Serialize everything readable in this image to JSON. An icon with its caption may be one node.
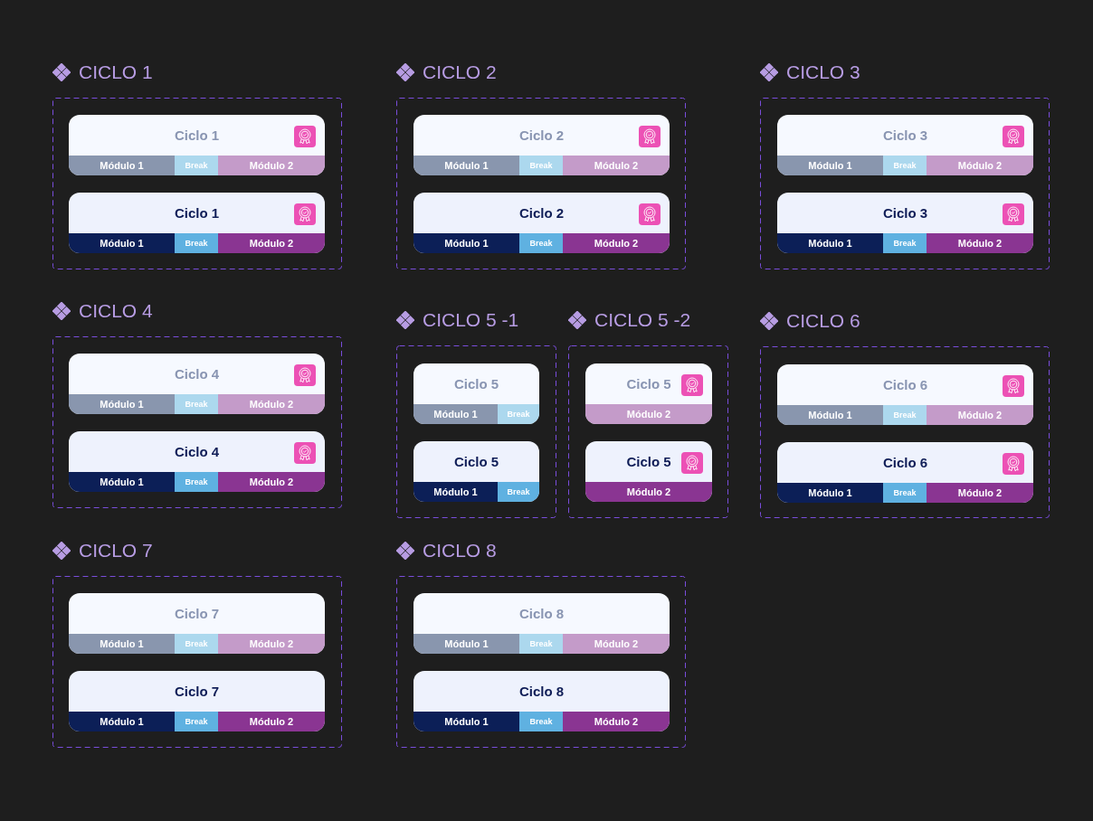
{
  "diagram": {
    "nodes": [
      {
        "text": [
          "CICLO 1"
        ]
      },
      {
        "text": [
          "Ciclo 1"
        ],
        "in": 0
      },
      {
        "text": [
          "Módulo 1"
        ],
        "in": 1
      },
      {
        "text": [
          "Break"
        ],
        "in": 1
      },
      {
        "text": [
          "Módulo 2"
        ],
        "in": 1
      },
      {
        "text": [
          "Ciclo 1"
        ],
        "in": 0
      },
      {
        "text": [
          "Módulo 1"
        ],
        "in": 5
      },
      {
        "text": [
          "Break"
        ],
        "in": 5
      },
      {
        "text": [
          "Módulo 2"
        ],
        "in": 5
      },
      {
        "text": [
          "CICLO 2"
        ]
      },
      {
        "text": [
          "Ciclo 2"
        ],
        "in": 9
      },
      {
        "text": [
          "Módulo 1"
        ],
        "in": 10
      },
      {
        "text": [
          "Break"
        ],
        "in": 10
      },
      {
        "text": [
          "Módulo 2"
        ],
        "in": 10
      },
      {
        "text": [
          "Ciclo 2"
        ],
        "in": 9
      },
      {
        "text": [
          "Módulo 1"
        ],
        "in": 14
      },
      {
        "text": [
          "Break"
        ],
        "in": 14
      },
      {
        "text": [
          "Módulo 2"
        ],
        "in": 14
      },
      {
        "text": [
          "CICLO 3"
        ]
      },
      {
        "text": [
          "Ciclo 3"
        ],
        "in": 18
      },
      {
        "text": [
          "Módulo 1"
        ],
        "in": 19
      },
      {
        "text": [
          "Break"
        ],
        "in": 19
      },
      {
        "text": [
          "Módulo 2"
        ],
        "in": 19
      },
      {
        "text": [
          "Ciclo 3"
        ],
        "in": 18
      },
      {
        "text": [
          "Módulo 1"
        ],
        "in": 23
      },
      {
        "text": [
          "Break"
        ],
        "in": 23
      },
      {
        "text": [
          "Módulo 2"
        ],
        "in": 23
      },
      {
        "text": [
          "CICLO 4"
        ]
      },
      {
        "text": [
          "Ciclo 4"
        ],
        "in": 27
      },
      {
        "text": [
          "Módulo 1"
        ],
        "in": 28
      },
      {
        "text": [
          "Break"
        ],
        "in": 28
      },
      {
        "text": [
          "Módulo 2"
        ],
        "in": 28
      },
      {
        "text": [
          "Ciclo 4"
        ],
        "in": 27
      },
      {
        "text": [
          "Módulo 1"
        ],
        "in": 32
      },
      {
        "text": [
          "Break"
        ],
        "in": 32
      },
      {
        "text": [
          "Módulo 2"
        ],
        "in": 32
      },
      {
        "text": [
          "CICLO 5 -1"
        ]
      },
      {
        "text": [
          "Ciclo 5"
        ],
        "in": 36
      },
      {
        "text": [
          "Módulo 1"
        ],
        "in": 37
      },
      {
        "text": [
          "Break"
        ],
        "in": 37
      },
      {
        "text": [
          "Ciclo 5"
        ],
        "in": 36
      },
      {
        "text": [
          "Módulo 1"
        ],
        "in": 40
      },
      {
        "text": [
          "Break"
        ],
        "in": 40
      },
      {
        "text": [
          "CICLO 5 -2"
        ]
      },
      {
        "text": [
          "Ciclo 5"
        ],
        "in": 43
      },
      {
        "text": [
          "Módulo 2"
        ],
        "in": 44
      },
      {
        "text": [
          "Ciclo 5"
        ],
        "in": 43
      },
      {
        "text": [
          "Módulo 2"
        ],
        "in": 46
      },
      {
        "text": [
          "CICLO 6"
        ]
      },
      {
        "text": [
          "Ciclo 6"
        ],
        "in": 48
      },
      {
        "text": [
          "Módulo 1"
        ],
        "in": 49
      },
      {
        "text": [
          "Break"
        ],
        "in": 49
      },
      {
        "text": [
          "Módulo 2"
        ],
        "in": 49
      },
      {
        "text": [
          "Ciclo 6"
        ],
        "in": 48
      },
      {
        "text": [
          "Módulo 1"
        ],
        "in": 53
      },
      {
        "text": [
          "Break"
        ],
        "in": 53
      },
      {
        "text": [
          "Módulo 2"
        ],
        "in": 53
      },
      {
        "text": [
          "CICLO 7"
        ]
      },
      {
        "text": [
          "Ciclo 7"
        ],
        "in": 57
      },
      {
        "text": [
          "Módulo 1"
        ],
        "in": 58
      },
      {
        "text": [
          "Break"
        ],
        "in": 58
      },
      {
        "text": [
          "Módulo 2"
        ],
        "in": 58
      },
      {
        "text": [
          "Ciclo 7"
        ],
        "in": 57
      },
      {
        "text": [
          "Módulo 1"
        ],
        "in": 62
      },
      {
        "text": [
          "Break"
        ],
        "in": 62
      },
      {
        "text": [
          "Módulo 2"
        ],
        "in": 62
      },
      {
        "text": [
          "CICLO 8"
        ]
      },
      {
        "text": [
          "Ciclo 8"
        ],
        "in": 66
      },
      {
        "text": [
          "Módulo 1"
        ],
        "in": 67
      },
      {
        "text": [
          "Break"
        ],
        "in": 67
      },
      {
        "text": [
          "Módulo 2"
        ],
        "in": 67
      },
      {
        "text": [
          "Ciclo 8"
        ],
        "in": 66
      },
      {
        "text": [
          "Módulo 1"
        ],
        "in": 71
      },
      {
        "text": [
          "Break"
        ],
        "in": 71
      },
      {
        "text": [
          "Módulo 2"
        ],
        "in": 71
      }
    ]
  }
}
